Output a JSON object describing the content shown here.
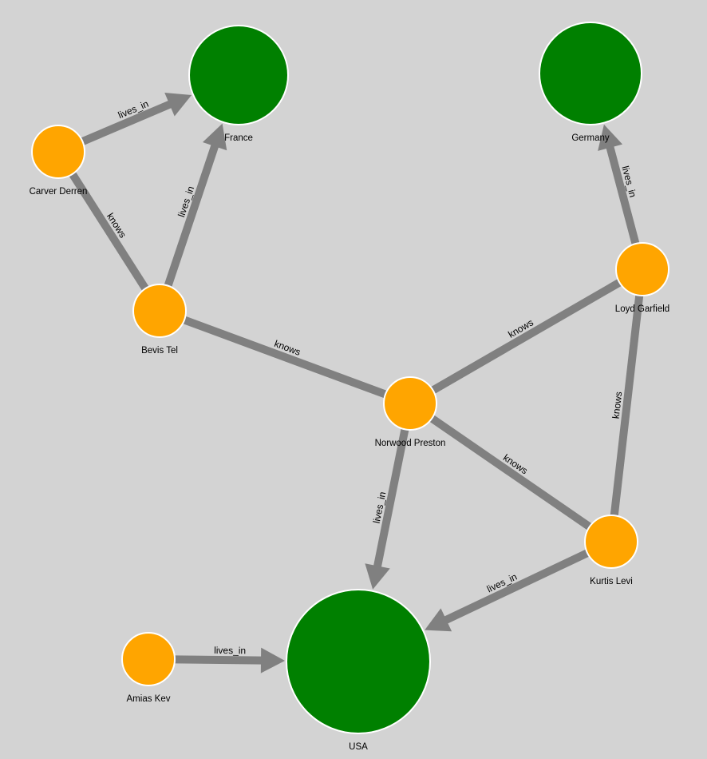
{
  "colors": {
    "background": "#d3d3d3",
    "edge": "#808080",
    "person": "#ffa500",
    "country": "#008000",
    "node_stroke": "#ffffff"
  },
  "nodes": [
    {
      "id": "france",
      "label": "France",
      "type": "country"
    },
    {
      "id": "germany",
      "label": "Germany",
      "type": "country"
    },
    {
      "id": "usa",
      "label": "USA",
      "type": "country"
    },
    {
      "id": "carver",
      "label": "Carver Derren",
      "type": "person"
    },
    {
      "id": "bevis",
      "label": "Bevis Tel",
      "type": "person"
    },
    {
      "id": "norwood",
      "label": "Norwood Preston",
      "type": "person"
    },
    {
      "id": "loyd",
      "label": "Loyd Garfield",
      "type": "person"
    },
    {
      "id": "kurtis",
      "label": "Kurtis Levi",
      "type": "person"
    },
    {
      "id": "amias",
      "label": "Amias Kev",
      "type": "person"
    }
  ],
  "edges": [
    {
      "source": "carver",
      "target": "france",
      "label": "lives_in",
      "directed": true
    },
    {
      "source": "carver",
      "target": "bevis",
      "label": "knows",
      "directed": false
    },
    {
      "source": "bevis",
      "target": "france",
      "label": "lives_in",
      "directed": true
    },
    {
      "source": "bevis",
      "target": "norwood",
      "label": "knows",
      "directed": false
    },
    {
      "source": "norwood",
      "target": "loyd",
      "label": "knows",
      "directed": false
    },
    {
      "source": "loyd",
      "target": "germany",
      "label": "lives_in",
      "directed": true
    },
    {
      "source": "kurtis",
      "target": "loyd",
      "label": "knows",
      "directed": false
    },
    {
      "source": "norwood",
      "target": "kurtis",
      "label": "knows",
      "directed": false
    },
    {
      "source": "norwood",
      "target": "usa",
      "label": "lives_in",
      "directed": true
    },
    {
      "source": "kurtis",
      "target": "usa",
      "label": "lives_in",
      "directed": true
    },
    {
      "source": "amias",
      "target": "usa",
      "label": "lives_in",
      "directed": true
    }
  ]
}
